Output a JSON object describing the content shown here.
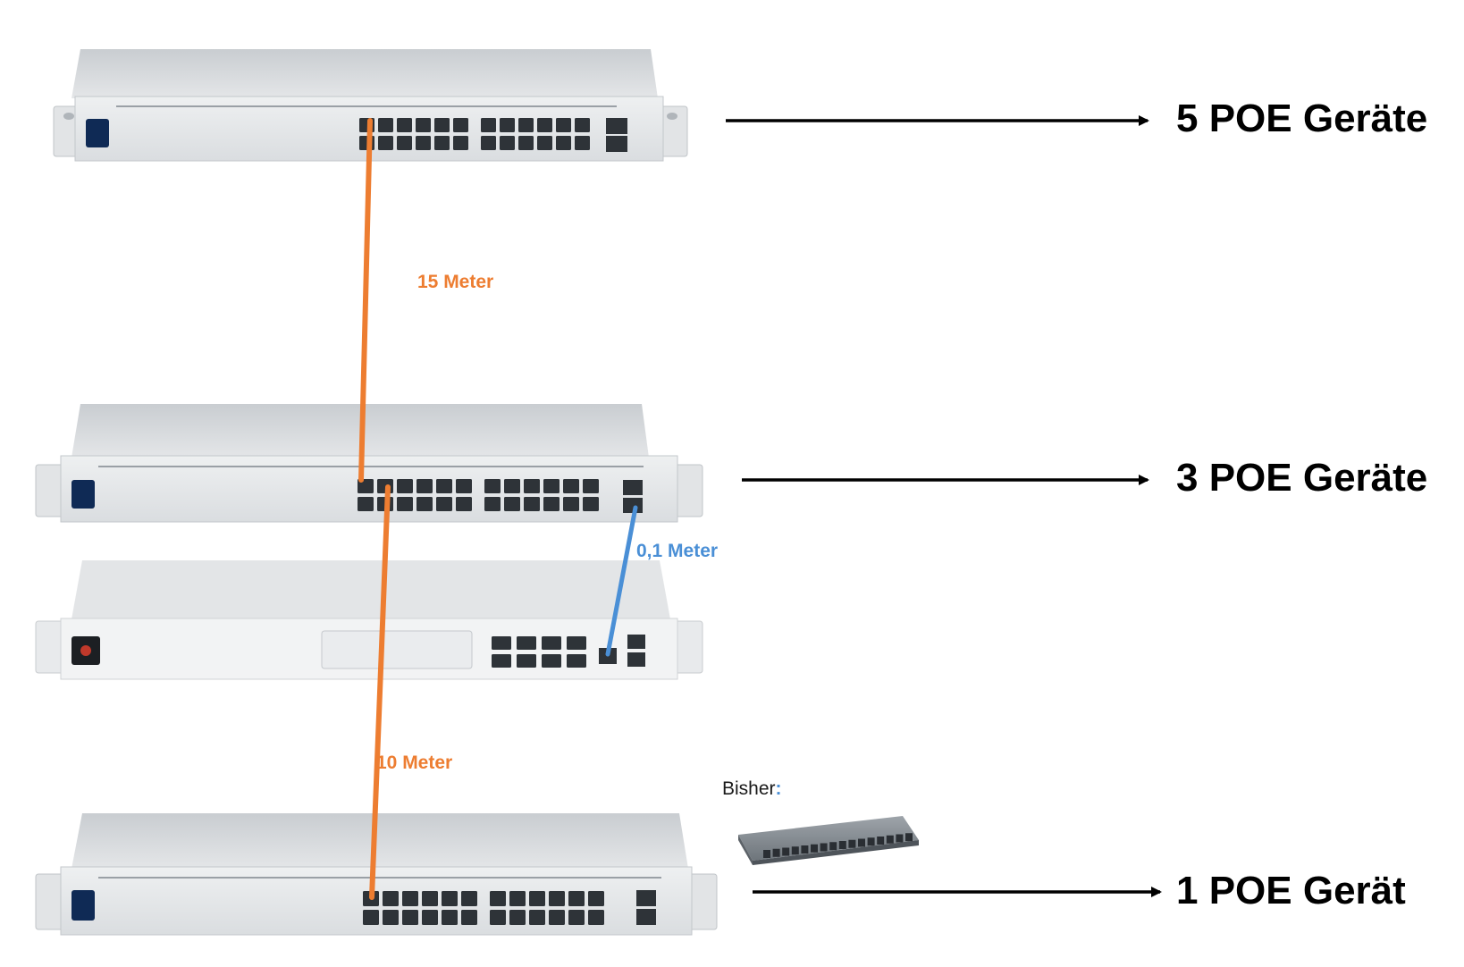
{
  "colors": {
    "cable_orange": "#ED7D31",
    "cable_blue": "#4A8FD6",
    "arrow": "#000000",
    "switch_body": "#D8DBDE",
    "switch_face": "#E9EBED",
    "port": "#2E3338",
    "screen": "#0F2A55"
  },
  "icons": [
    "network-switch",
    "cloud-gateway",
    "desktop-switch",
    "arrow-right"
  ],
  "devices": {
    "top_switch": {
      "label": "5 POE Geräte"
    },
    "middle_switch": {
      "label": "3 POE Geräte"
    },
    "bottom_switch": {
      "label": "1 POE Gerät"
    }
  },
  "cables": {
    "top_to_middle": "15 Meter",
    "middle_to_bottom": "10 Meter",
    "sfp_to_gateway": "0,1 Meter"
  },
  "previous": {
    "label": "Bisher",
    "colon": ":"
  }
}
